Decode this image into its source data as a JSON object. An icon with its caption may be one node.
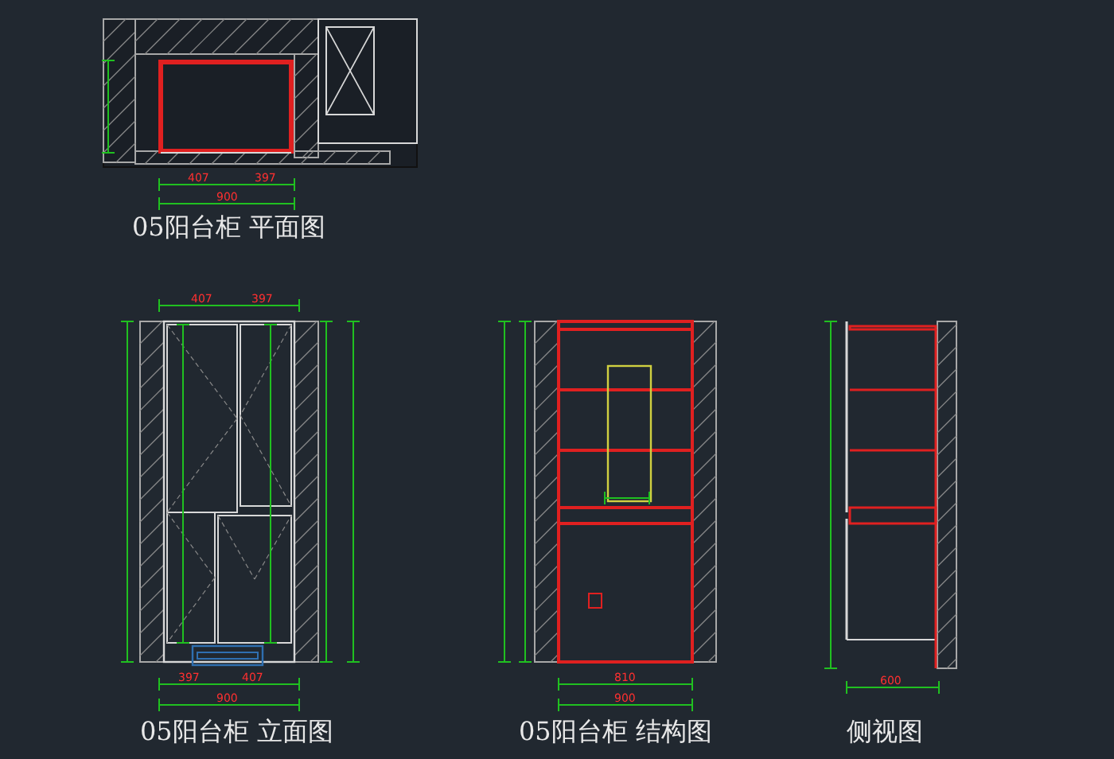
{
  "diagram": {
    "labels": [
      "05阳台柜 平面图",
      "05阳台柜 立面图",
      "05阳台柜 结构图",
      "侧视图",
      "407",
      "397",
      "900",
      "407",
      "397",
      "397",
      "407",
      "900",
      "810",
      "900",
      "600"
    ]
  }
}
